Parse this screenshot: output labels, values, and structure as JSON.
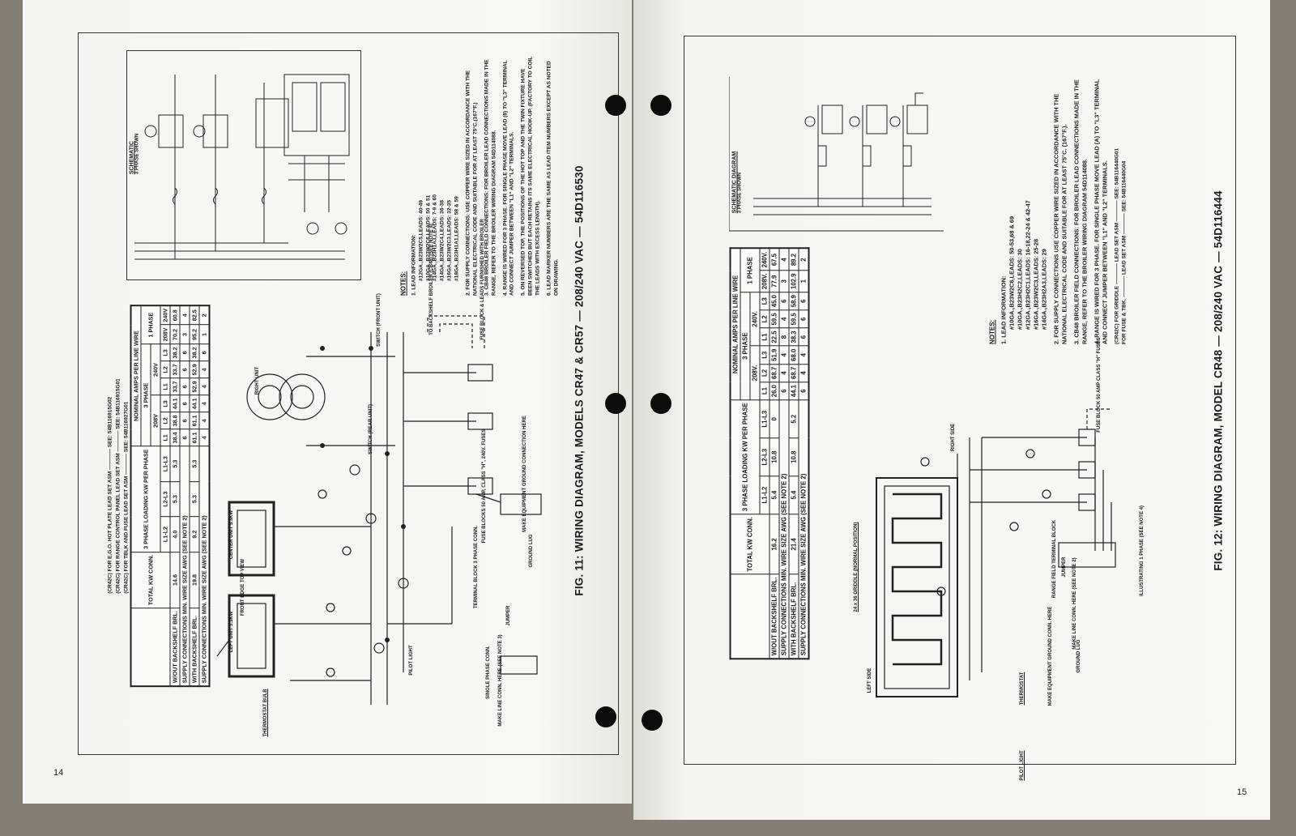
{
  "left_page": {
    "page_number": "14",
    "caption": "FIG. 11: WIRING DIAGRAM, MODELS CR47 & CR57 — 208/240 VAC — 54D116530",
    "schematic_title": "SCHEMATIC",
    "schematic_subtitle": "3 PHASE SHOWN",
    "lead_sets": [
      "(CR42C) FOR E.G.O. HOT PLATE LEAD SET ASM ———— SEE: 54B116915G02",
      "(CR42C) FOR RANGE CONTROL PANEL LEAD SET ASM ———— SEE: 54B116915G01",
      "(CR42C) FOR TBLK AND FUSE LEAD SET ASM ———— SEE: 54B116927G01"
    ],
    "table": {
      "h_total": "TOTAL KW CONN.",
      "h_loading": "3 PHASE LOADING KW PER PHASE",
      "h_amps": "NOMINAL AMPS PER LINE WIRE",
      "h_3phase": "3 PHASE",
      "h_1phase": "1 PHASE",
      "h_208": "208V",
      "h_240": "240V",
      "sub": [
        "L1-L2",
        "L2-L3",
        "L1-L3",
        "L1",
        "L2",
        "L3",
        "L1",
        "L2",
        "L3",
        "208V",
        "240V"
      ],
      "rows": [
        {
          "label": "W/OUT BACKSHELF BRL.",
          "cells": [
            "14.6",
            "4.0",
            "5.3",
            "5.3",
            "38.4",
            "38.8",
            "44.1",
            "33.7",
            "33.7",
            "38.2",
            "70.2",
            "60.8"
          ]
        },
        {
          "label": "SUPPLY CONNECTIONS MIN. WIRE SIZE AWG (SEE NOTE 2)",
          "cells": [
            "6",
            "6",
            "6",
            "6",
            "6",
            "6",
            "3",
            "4"
          ]
        },
        {
          "label": "WITH BACKSHELF BRL.",
          "cells": [
            "19.8",
            "9.2",
            "5.3",
            "5.3",
            "61.1",
            "61.1",
            "44.1",
            "52.9",
            "52.9",
            "38.2",
            "95.2",
            "82.5"
          ]
        },
        {
          "label": "SUPPLY CONNECTIONS MIN. WIRE SIZE AWG (SEE NOTE 2)",
          "cells": [
            "4",
            "4",
            "4",
            "4",
            "4",
            "6",
            "1",
            "2"
          ]
        }
      ]
    },
    "notes": {
      "heading": "NOTES:",
      "n1": "1. LEAD INFORMATION:",
      "leads": [
        "#12GA.,B23W2C5,LEADS: 40-49",
        "#10GA.,B23W2C6,LEADS: 50 & 51",
        "#14GA.,B23H1A3,LEADS: 7-9 & 60",
        "#14GA.,B23W2C4,LEADS: 36-38",
        "#16GA.,B23W2C3,LEADS: 32-35",
        "#18GA.,B23H1A1,LEADS: 58 & 59"
      ],
      "n2": "2. FOR SUPPLY CONNECTIONS: USE COPPER WIRE SIZED IN ACCORDANCE WITH THE NATIONAL ELECTRICAL CODE AND SUITABLE FOR AT LEAST 75°C.(167°F.)",
      "n3": "3. CB48 BROILER FIELD CONNECTIONS: FOR BROILER LEAD CONNECTIONS MADE IN THE RANGE, REFER TO THE BROILER WIRING DIAGRAM 54D114088.",
      "n4": "4. RANGE IS WIRED FOR 3 PHASE. FOR SINGLE PHASE MOVE LEAD (8) TO \"L3\" TERMINAL AND CONNECT JUMPER BETWEEN \"L1\" AND \"L2\" TERMINALS.",
      "n5": "5. ON REVERSED TOP, THE POSITIONS OF THE HOT TOP AND THE TWIN FIXTURE HAVE BEEN SWITCHED BUT EACH RETAINS ITS SAME ELECTRICAL HOOK-UP. (FACTORY TO COIL THE LEADS WITH EXCESS LENGTH).",
      "n6": "6. LEAD MARKER NUMBERS ARE THE SAME AS LEAD ITEM NUMBERS EXCEPT AS NOTED ON DRAWING."
    },
    "labels": {
      "left_unit": "LEFT UNIT 5.3KW",
      "center_unit": "CENTER UNIT 5.3KW",
      "right_unit": "RIGHT UNIT",
      "front_edge": "FRONT EDGE TOP VIEW",
      "thermostat_bulb": "THERMOSTAT BULB",
      "pilot_light": "PILOT LIGHT",
      "switch_front": "SWITCH (FRONT UNIT)",
      "switch_rear": "SWITCH (REAR UNIT)",
      "fuse_blocks": "FUSE BLOCKS 50 AMP, CLASS \"H\", 240V. FUSES",
      "terminal_block": "TERMINAL BLOCK 3 PHASE CONN.",
      "ground_lug": "GROUND LUG",
      "make_ground": "MAKE EQUIPMENT GROUND CONNECTION HERE",
      "single_phase": "SINGLE PHASE CONN.",
      "make_line": "MAKE LINE CONN. HERE (SEE NOTE 3)",
      "jumper": "JUMPER",
      "backshelf": "TO BACKSHELF BROILER (CB48) (SEE NOTE 4)",
      "fuse_leads": "FUSE BLOCK & LEADS FURNISHED WITH BROILER"
    }
  },
  "right_page": {
    "page_number": "15",
    "caption": "FIG. 12: WIRING DIAGRAM, MODEL CR48 — 208/240 VAC — 54D116444",
    "schematic_title": "SCHEMATIC DIAGRAM",
    "schematic_subtitle": "3 PHASE SHOWN",
    "lead_sets": [
      "(CR42C) FOR GRIDDLE ———— LEAD SET ASM ———— SEE: 54B116440G01",
      "FOR FUSE & TBK. ———— LEAD SET ASM ———— SEE: 54B116440G04"
    ],
    "table": {
      "h_total": "TOTAL KW CONN.",
      "h_loading": "3 PHASE LOADING KW PER PHASE",
      "h_amps": "NOMINAL AMPS PER LINE WIRE",
      "h_3phase": "3 PHASE",
      "h_1phase": "1 PHASE",
      "h_208": "208V.",
      "h_240": "240V.",
      "sub": [
        "L1-L2",
        "L2-L3",
        "L1-L3",
        "L1",
        "L2",
        "L3",
        "L1",
        "L2",
        "L3",
        "208V.",
        "240V."
      ],
      "rows": [
        {
          "label": "W/OUT BACKSHELF BRL.",
          "cells": [
            "16.2",
            "5.4",
            "10.8",
            "0",
            "26.0",
            "68.7",
            "51.9",
            "22.5",
            "59.5",
            "45.0",
            "77.9",
            "67.5"
          ]
        },
        {
          "label": "SUPPLY CONNECTIONS MIN. WIRE SIZE AWG (SEE NOTE 2)",
          "cells": [
            "6",
            "4",
            "4",
            "8",
            "4",
            "6",
            "3",
            "4"
          ]
        },
        {
          "label": "WITH BACKSHELF BRL.",
          "cells": [
            "21.4",
            "5.4",
            "10.8",
            "5.2",
            "44.1",
            "68.7",
            "68.0",
            "38.3",
            "59.5",
            "58.9",
            "102.9",
            "89.2"
          ]
        },
        {
          "label": "SUPPLY CONNECTIONS MIN. WIRE SIZE AWG (SEE NOTE 2)",
          "cells": [
            "6",
            "4",
            "4",
            "6",
            "6",
            "6",
            "1",
            "2"
          ]
        }
      ]
    },
    "notes": {
      "heading": "NOTES:",
      "n1": "1. LEAD INFORMATION:",
      "leads": [
        "#10GA.,B23W2C6,LEADS: 50-53,68 & 69",
        "#10GA.,B23H2C2,LEADS: 30",
        "#12GA.,B23H2C1,LEADS: 16-18,22-24 & 42-47",
        "#16GA.,B23W2C3,LEADS: 25-28",
        "#14GA.,B23H2A3,LEADS: 29"
      ],
      "n2": "2. FOR SUPPLY CONNECTIONS USE COPPER WIRE SIZED IN ACCORDANCE WITH THE NATIONAL ELECTRICAL CODE AND SUITABLE FOR AT LEAST 75°C. (167°F.).",
      "n3": "3. CB48 BROILER FIELD CONNECTIONS: FOR BROILER LEAD CONNECTIONS MADE IN THE RANGE, REFER TO THE BROILER WIRING DIAGRAM 54D114088.",
      "n4": "4. RANGE IS WIRED FOR 3 PHASE. FOR SINGLE PHASE MOVE LEAD (A) TO \"L3\" TERMINAL AND CONNECT JUMPER BETWEEN \"L1\" AND \"L2\" TERMINALS."
    },
    "labels": {
      "griddle": "24 x 36 GRIDDLE (NORMAL POSITION)",
      "thermostat": "THERMOSTAT",
      "left_side": "LEFT SIDE",
      "right_side": "RIGHT SIDE",
      "pilot_light": "PILOT LIGHT",
      "range_field": "RANGE FIELD TERMINAL BLOCK",
      "jumper": "JUMPER",
      "make_line": "MAKE LINE CONN. HERE (SEE NOTE 2)",
      "make_ground": "MAKE EQUIPMENT GROUND CONN. HERE",
      "ground_lug": "GROUND LUG",
      "fuse_block": "FUSE BLOCK 50 AMP CLASS \"H\" FUSES",
      "illustrating": "ILLUSTRATING 1 PHASE (SEE NOTE 4)"
    }
  }
}
